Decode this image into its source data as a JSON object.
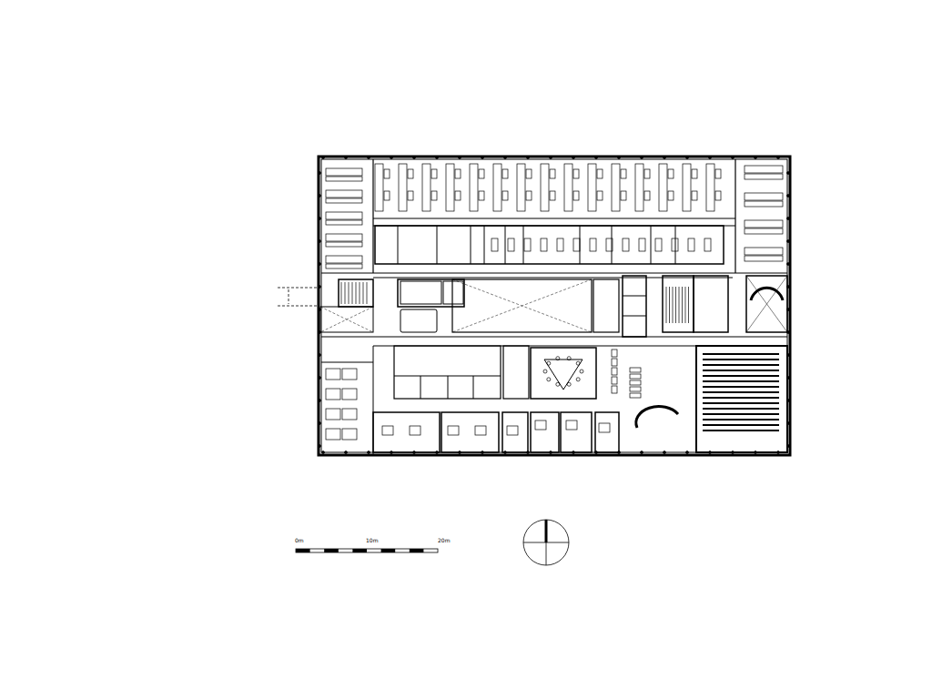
{
  "diagram": {
    "labels": [
      "0m",
      "10m",
      "20m"
    ]
  }
}
